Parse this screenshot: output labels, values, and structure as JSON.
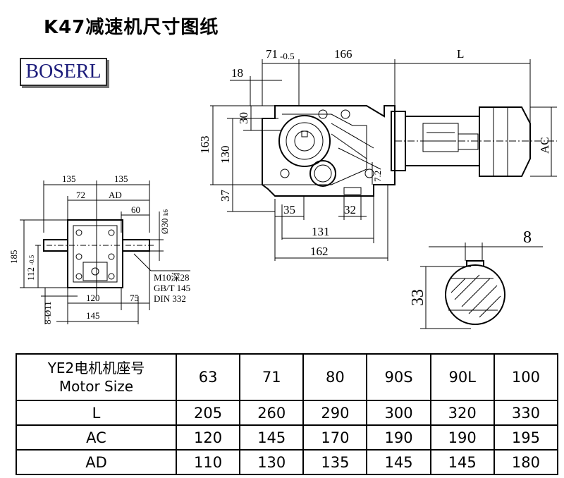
{
  "title": "K47减速机尺寸图纸",
  "logo": "BOSERL",
  "drawing": {
    "side_view": {
      "dims": [
        "71",
        "-0.5",
        "166",
        "L",
        "18",
        "30",
        "163",
        "130",
        "37",
        "7.2",
        "35",
        "32",
        "131",
        "162",
        "AC"
      ]
    },
    "front_view": {
      "dims": [
        "135",
        "135",
        "72",
        "AD",
        "60",
        "Ø30",
        "k6",
        "185",
        "112",
        "-0.5",
        "8-Ø11",
        "120",
        "75",
        "145"
      ],
      "notes": [
        "M10深28",
        "GB/T 145",
        "DIN 332"
      ]
    },
    "shaft_section": {
      "dims": [
        "8",
        "33"
      ]
    }
  },
  "table": {
    "header_label_cn": "YE2电机机座号",
    "header_label_en": "Motor Size",
    "sizes": [
      "63",
      "71",
      "80",
      "90S",
      "90L",
      "100"
    ],
    "rows": [
      {
        "label": "L",
        "values": [
          "205",
          "260",
          "290",
          "300",
          "320",
          "330"
        ]
      },
      {
        "label": "AC",
        "values": [
          "120",
          "145",
          "170",
          "190",
          "190",
          "195"
        ]
      },
      {
        "label": "AD",
        "values": [
          "110",
          "130",
          "135",
          "145",
          "145",
          "180"
        ]
      }
    ]
  }
}
